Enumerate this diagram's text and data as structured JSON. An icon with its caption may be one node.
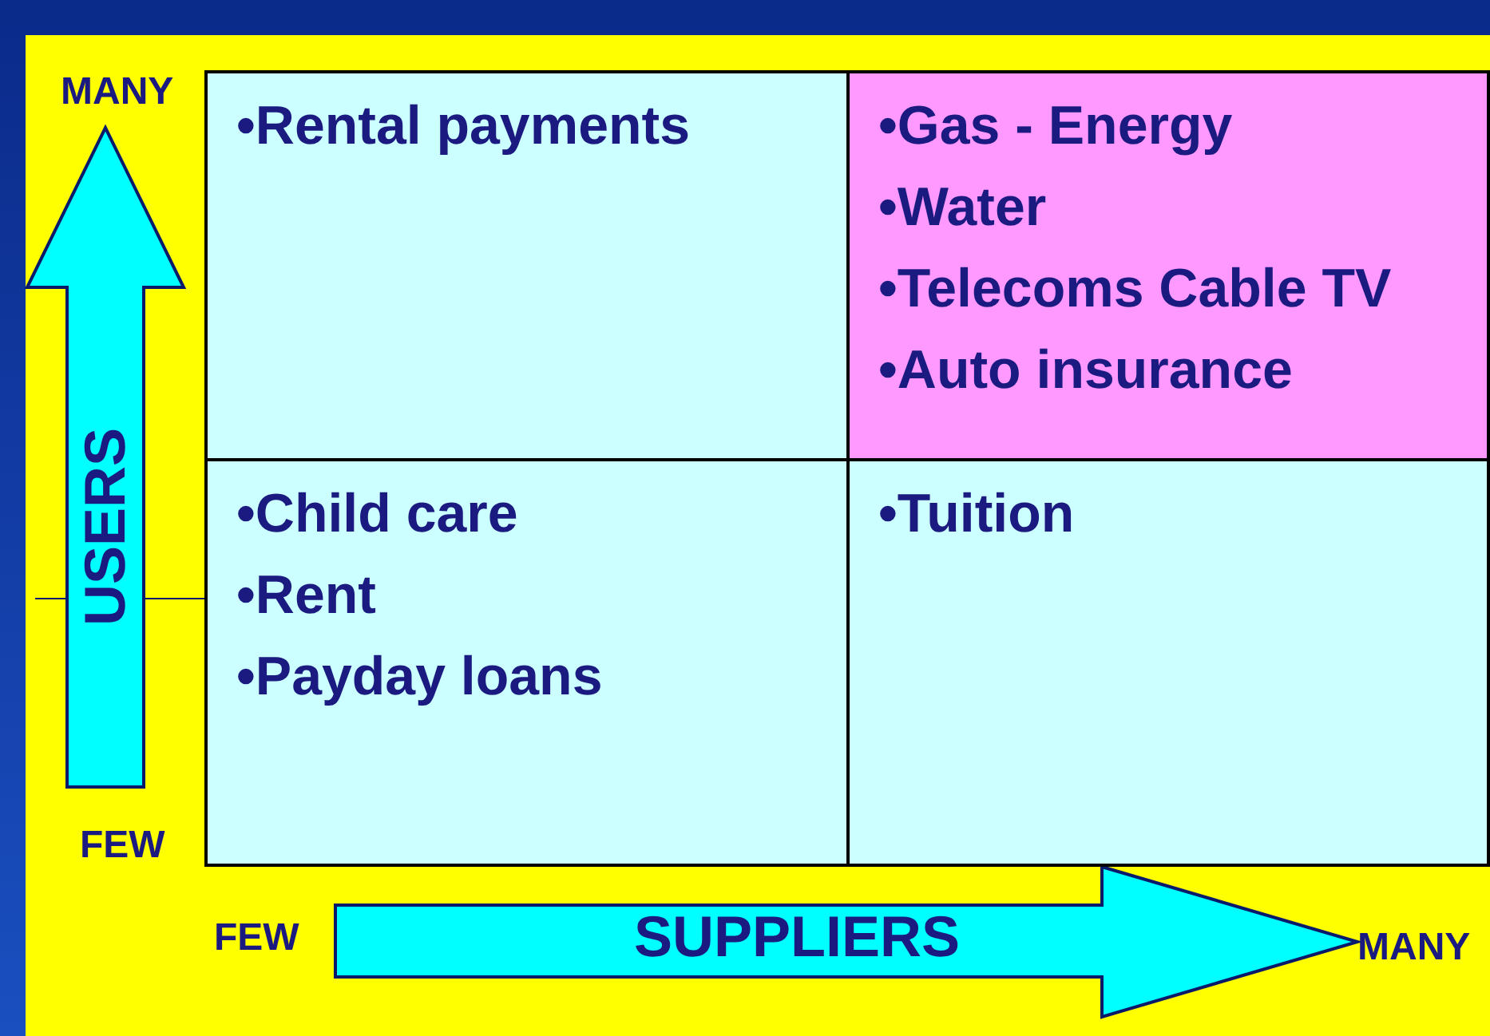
{
  "diagram": {
    "nodes": [
      {
        "text": [
          "•Rental payments"
        ]
      },
      {
        "text": [
          "•Gas - Energy",
          "•Water",
          "•Telecoms Cable TV",
          "•Auto insurance"
        ]
      },
      {
        "text": [
          "•Child care",
          "•Rent",
          "•Payday loans"
        ]
      },
      {
        "text": [
          "•Tuition"
        ]
      }
    ],
    "labels": [
      "MANY",
      "USERS",
      "FEW",
      "FEW",
      "SUPPLIERS",
      "MANY"
    ]
  }
}
